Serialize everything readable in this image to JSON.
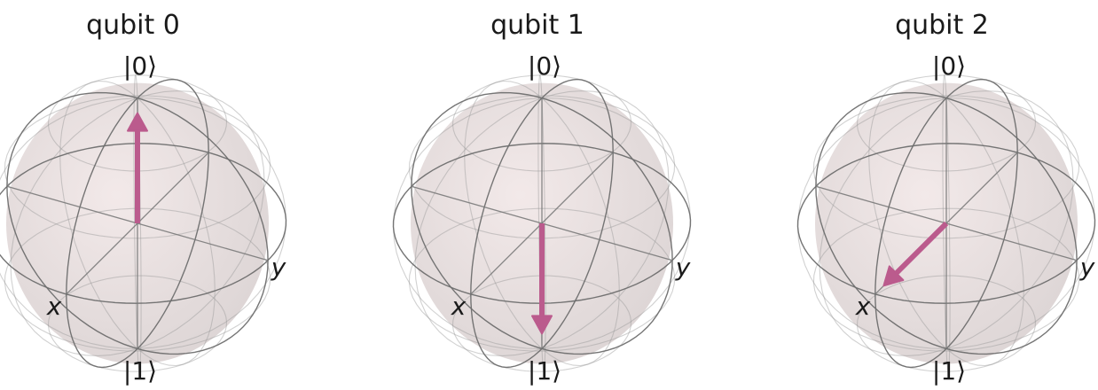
{
  "figure": {
    "spheres": [
      {
        "title": "qubit 0",
        "label_zero": "|0⟩",
        "label_one": "|1⟩",
        "label_x": "x",
        "label_y": "y",
        "state_vector": {
          "x": 0,
          "y": 0,
          "z": 1
        }
      },
      {
        "title": "qubit 1",
        "label_zero": "|0⟩",
        "label_one": "|1⟩",
        "label_x": "x",
        "label_y": "y",
        "state_vector": {
          "x": 0,
          "y": 0,
          "z": -1
        }
      },
      {
        "title": "qubit 2",
        "label_zero": "|0⟩",
        "label_one": "|1⟩",
        "label_x": "x",
        "label_y": "y",
        "state_vector": {
          "x": 1,
          "y": 0,
          "z": 0
        }
      }
    ],
    "colors": {
      "vector": "#bb5b8d",
      "sphere_fill": "#f2e8e8",
      "sphere_shade": "#dcd4d4"
    }
  }
}
